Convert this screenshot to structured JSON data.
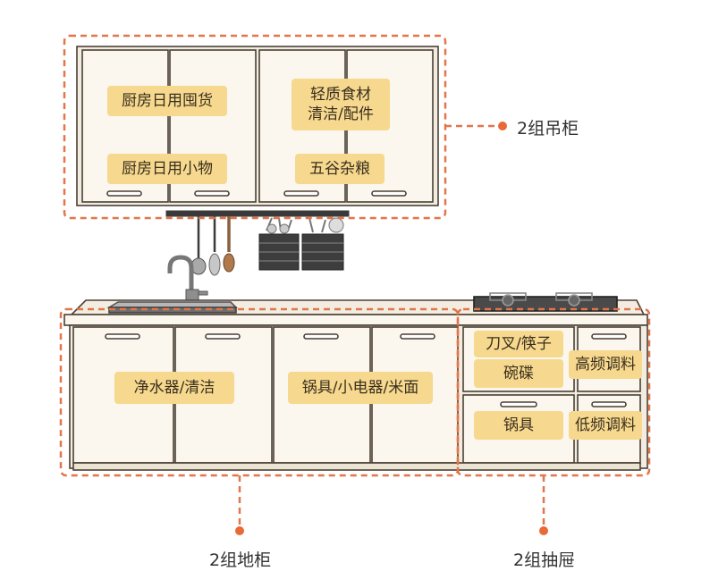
{
  "colors": {
    "outline": "#4a3f35",
    "cabinet_fill": "#fbf7ee",
    "label_bg": "#f6d98e",
    "dash": "#e2764a",
    "dot": "#e96a36"
  },
  "upper": {
    "group_label": "2组吊柜",
    "labels": {
      "daily_goods": "厨房日用囤货",
      "light_food_1": "轻质食材",
      "light_food_2": "清洁/配件",
      "small_items": "厨房日用小物",
      "grains": "五谷杂粮"
    }
  },
  "base": {
    "group_label": "2组地柜",
    "labels": {
      "water": "净水器/清洁",
      "pots": "锅具/小电器/米面"
    }
  },
  "drawers": {
    "group_label": "2组抽屉",
    "labels": {
      "knives": "刀叉/筷子",
      "bowls": "碗碟",
      "high_season": "高频调料",
      "cookware": "锅具",
      "low_season": "低频调料"
    }
  }
}
